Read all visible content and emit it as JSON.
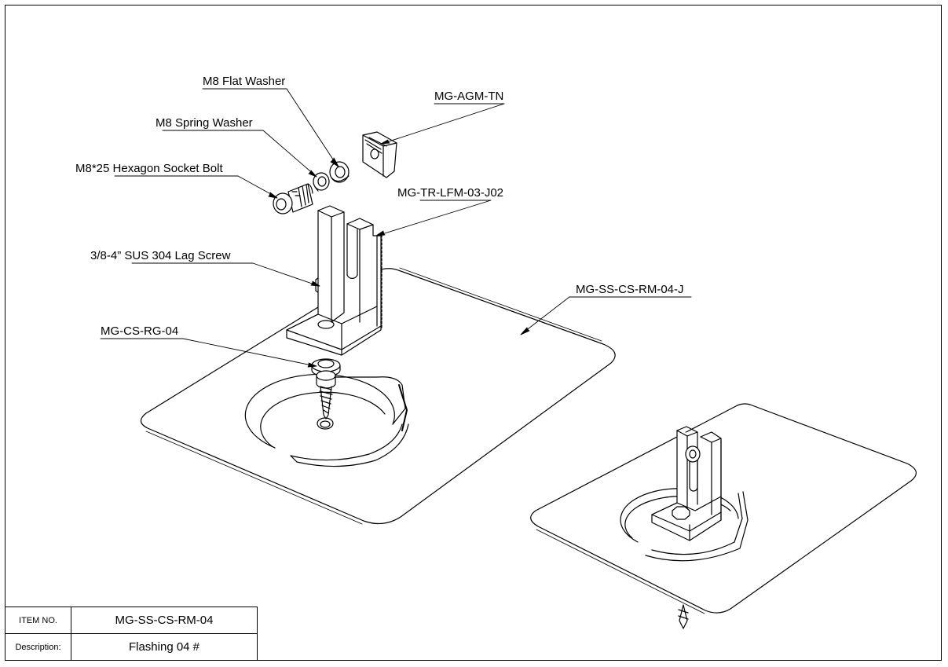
{
  "callouts": [
    {
      "id": "flat-washer",
      "label": "M8 Flat Washer"
    },
    {
      "id": "spring-washer",
      "label": "M8 Spring Washer"
    },
    {
      "id": "socket-bolt",
      "label": "M8*25 Hexagon Socket Bolt"
    },
    {
      "id": "t-nut",
      "label": "MG-AGM-TN"
    },
    {
      "id": "l-foot",
      "label": "MG-TR-LFM-03-J02"
    },
    {
      "id": "lag-screw",
      "label": "3/8-4” SUS 304 Lag Screw"
    },
    {
      "id": "flashing-plate",
      "label": "MG-SS-CS-RM-04-J"
    },
    {
      "id": "rubber-gasket",
      "label": "MG-CS-RG-04"
    }
  ],
  "title_block": {
    "item_no_label": "ITEM NO.",
    "item_no_value": "MG-SS-CS-RM-04",
    "description_label": "Description:",
    "description_value": "Flashing 04 #"
  }
}
